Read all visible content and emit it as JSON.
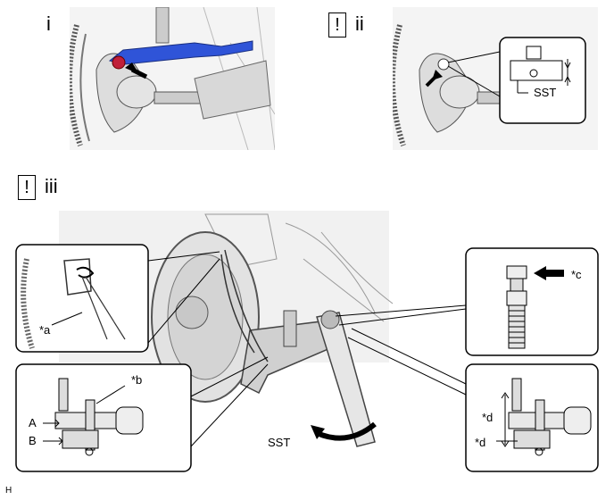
{
  "steps": {
    "i": {
      "label": "i"
    },
    "ii": {
      "label": "ii",
      "caution": "!"
    },
    "iii": {
      "label": "iii",
      "caution": "!"
    }
  },
  "callouts": {
    "sst_inset": "SST",
    "sst_main": "SST",
    "a": "*a",
    "b": "*b",
    "c": "*c",
    "d_upper": "*d",
    "d_lower": "*d",
    "letter_a": "A",
    "letter_b": "B"
  },
  "doc_code": "H",
  "colors": {
    "highlight_blue": "#2f54d8",
    "highlight_red": "#c0203a",
    "line_art_gray": "#555555"
  }
}
